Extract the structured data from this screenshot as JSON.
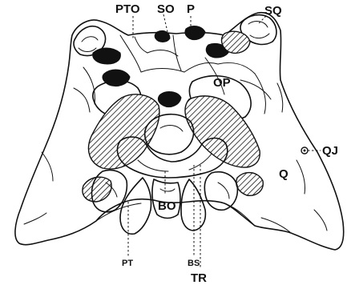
{
  "labels": {
    "pto": "PTO",
    "so": "SO",
    "p": "P",
    "sq": "SQ",
    "op": "OP",
    "qj": "QJ",
    "q": "Q",
    "bo": "BO",
    "pt": "PT",
    "bs": "BS",
    "tr": "TR"
  }
}
